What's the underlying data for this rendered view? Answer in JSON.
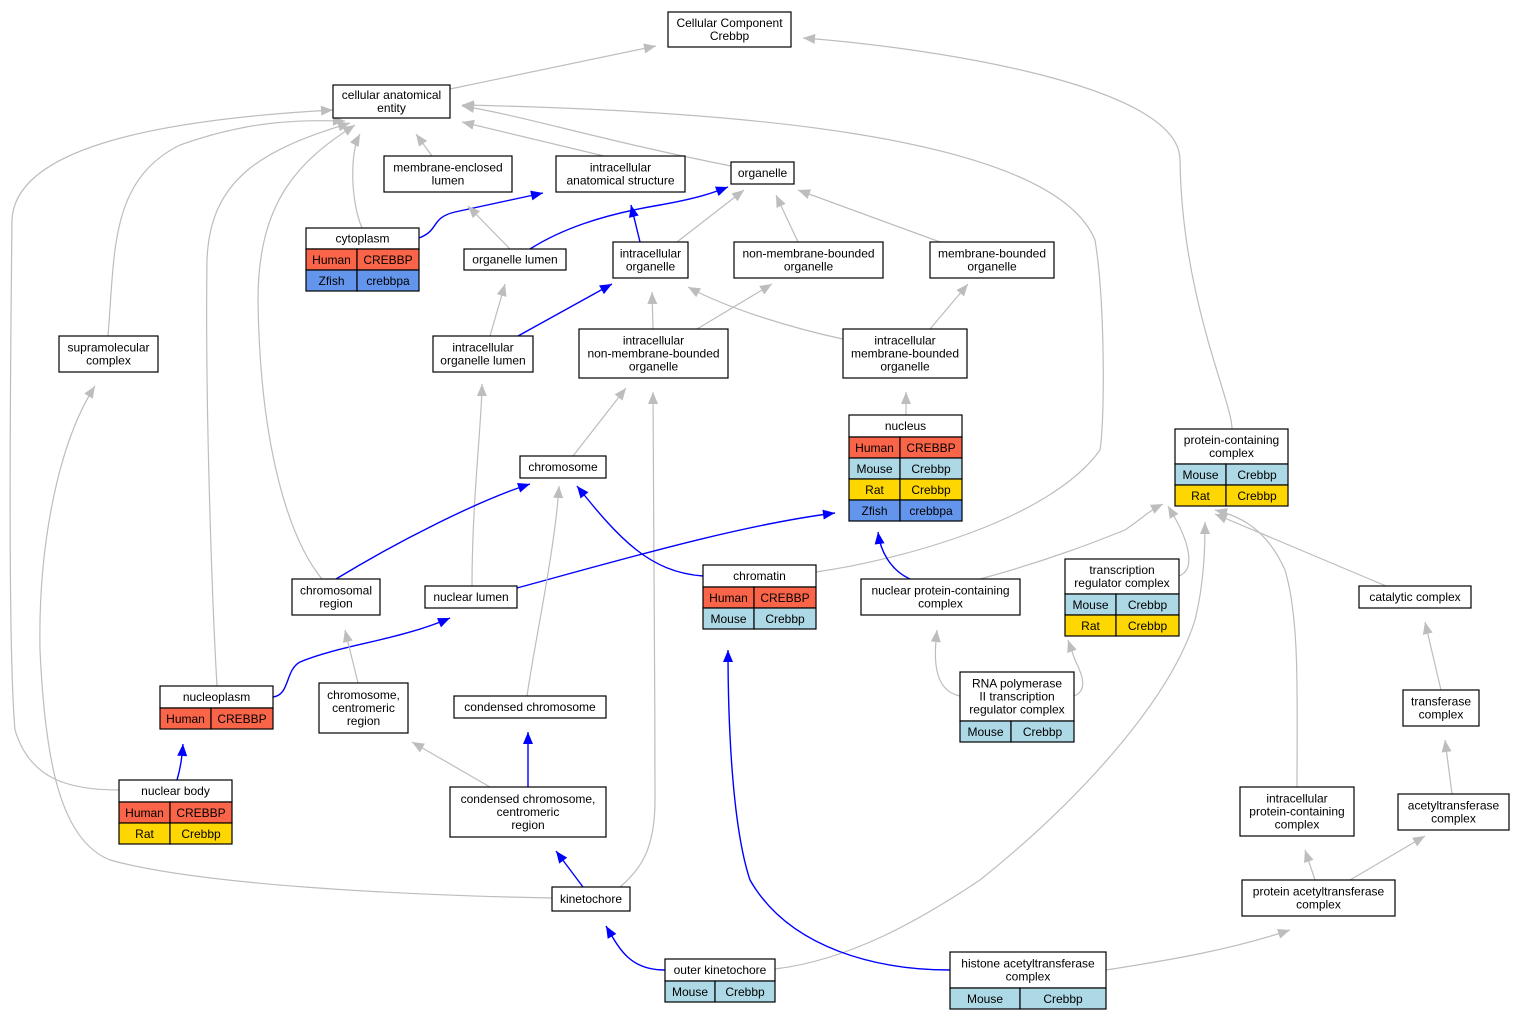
{
  "colors": {
    "Human": "#fa6448",
    "Mouse": "#add8e6",
    "Rat": "#ffd700",
    "Zfish": "#6495ed",
    "gray_edge": "#bdbdbd",
    "blue_edge": "#0000ff"
  },
  "nodes": {
    "root": {
      "lines": [
        "Cellular Component",
        "Crebbp"
      ],
      "annotations": []
    },
    "cae": {
      "lines": [
        "cellular anatomical",
        "entity"
      ],
      "annotations": []
    },
    "mel": {
      "lines": [
        "membrane-enclosed",
        "lumen"
      ],
      "annotations": []
    },
    "ias": {
      "lines": [
        "intracellular",
        "anatomical structure"
      ],
      "annotations": []
    },
    "org": {
      "lines": [
        "organelle"
      ],
      "annotations": []
    },
    "cyt": {
      "lines": [
        "cytoplasm"
      ],
      "annotations": [
        {
          "species": "Human",
          "gene": "CREBBP"
        },
        {
          "species": "Zfish",
          "gene": "crebbpa"
        }
      ]
    },
    "orgl": {
      "lines": [
        "organelle lumen"
      ],
      "annotations": []
    },
    "io": {
      "lines": [
        "intracellular",
        "organelle"
      ],
      "annotations": []
    },
    "nmbo": {
      "lines": [
        "non-membrane-bounded",
        "organelle"
      ],
      "annotations": []
    },
    "mbo": {
      "lines": [
        "membrane-bounded",
        "organelle"
      ],
      "annotations": []
    },
    "smc": {
      "lines": [
        "supramolecular",
        "complex"
      ],
      "annotations": []
    },
    "iol": {
      "lines": [
        "intracellular",
        "organelle lumen"
      ],
      "annotations": []
    },
    "inmbo": {
      "lines": [
        "intracellular",
        "non-membrane-bounded",
        "organelle"
      ],
      "annotations": []
    },
    "imbo": {
      "lines": [
        "intracellular",
        "membrane-bounded",
        "organelle"
      ],
      "annotations": []
    },
    "nuc": {
      "lines": [
        "nucleus"
      ],
      "annotations": [
        {
          "species": "Human",
          "gene": "CREBBP"
        },
        {
          "species": "Mouse",
          "gene": "Crebbp"
        },
        {
          "species": "Rat",
          "gene": "Crebbp"
        },
        {
          "species": "Zfish",
          "gene": "crebbpa"
        }
      ]
    },
    "pcc": {
      "lines": [
        "protein-containing",
        "complex"
      ],
      "annotations": [
        {
          "species": "Mouse",
          "gene": "Crebbp"
        },
        {
          "species": "Rat",
          "gene": "Crebbp"
        }
      ]
    },
    "chr": {
      "lines": [
        "chromosome"
      ],
      "annotations": []
    },
    "chrr": {
      "lines": [
        "chromosomal",
        "region"
      ],
      "annotations": []
    },
    "nl": {
      "lines": [
        "nuclear lumen"
      ],
      "annotations": []
    },
    "chrom": {
      "lines": [
        "chromatin"
      ],
      "annotations": [
        {
          "species": "Human",
          "gene": "CREBBP"
        },
        {
          "species": "Mouse",
          "gene": "Crebbp"
        }
      ]
    },
    "npc": {
      "lines": [
        "nuclear protein-containing",
        "complex"
      ],
      "annotations": []
    },
    "trc": {
      "lines": [
        "transcription",
        "regulator complex"
      ],
      "annotations": [
        {
          "species": "Mouse",
          "gene": "Crebbp"
        },
        {
          "species": "Rat",
          "gene": "Crebbp"
        }
      ]
    },
    "cat": {
      "lines": [
        "catalytic complex"
      ],
      "annotations": []
    },
    "np": {
      "lines": [
        "nucleoplasm"
      ],
      "annotations": [
        {
          "species": "Human",
          "gene": "CREBBP"
        }
      ]
    },
    "ccr": {
      "lines": [
        "chromosome,",
        "centromeric",
        "region"
      ],
      "annotations": []
    },
    "cc": {
      "lines": [
        "condensed chromosome"
      ],
      "annotations": []
    },
    "rnap": {
      "lines": [
        "RNA polymerase",
        "II transcription",
        "regulator complex"
      ],
      "annotations": [
        {
          "species": "Mouse",
          "gene": "Crebbp"
        }
      ]
    },
    "tfc": {
      "lines": [
        "transferase",
        "complex"
      ],
      "annotations": []
    },
    "nb": {
      "lines": [
        "nuclear body"
      ],
      "annotations": [
        {
          "species": "Human",
          "gene": "CREBBP"
        },
        {
          "species": "Rat",
          "gene": "Crebbp"
        }
      ]
    },
    "cccr": {
      "lines": [
        "condensed chromosome,",
        "centromeric",
        "region"
      ],
      "annotations": []
    },
    "ipcc": {
      "lines": [
        "intracellular",
        "protein-containing",
        "complex"
      ],
      "annotations": []
    },
    "atc": {
      "lines": [
        "acetyltransferase",
        "complex"
      ],
      "annotations": []
    },
    "kin": {
      "lines": [
        "kinetochore"
      ],
      "annotations": []
    },
    "patc": {
      "lines": [
        "protein acetyltransferase",
        "complex"
      ],
      "annotations": []
    },
    "ok": {
      "lines": [
        "outer kinetochore"
      ],
      "annotations": [
        {
          "species": "Mouse",
          "gene": "Crebbp"
        }
      ]
    },
    "hatc": {
      "lines": [
        "histone acetyltransferase",
        "complex"
      ],
      "annotations": [
        {
          "species": "Mouse",
          "gene": "Crebbp"
        }
      ]
    }
  },
  "edges": [
    {
      "from": "cae",
      "to": "root",
      "relation": "is_a"
    },
    {
      "from": "pcc",
      "to": "root",
      "relation": "is_a"
    },
    {
      "from": "mel",
      "to": "cae",
      "relation": "is_a"
    },
    {
      "from": "ias",
      "to": "cae",
      "relation": "is_a"
    },
    {
      "from": "org",
      "to": "cae",
      "relation": "is_a"
    },
    {
      "from": "cyt",
      "to": "cae",
      "relation": "is_a"
    },
    {
      "from": "smc",
      "to": "cae",
      "relation": "is_a"
    },
    {
      "from": "np",
      "to": "cae",
      "relation": "is_a"
    },
    {
      "from": "nb",
      "to": "cae",
      "relation": "is_a"
    },
    {
      "from": "chrr",
      "to": "cae",
      "relation": "is_a"
    },
    {
      "from": "chrom",
      "to": "cae",
      "relation": "is_a"
    },
    {
      "from": "cyt",
      "to": "ias",
      "relation": "part_of"
    },
    {
      "from": "orgl",
      "to": "mel",
      "relation": "is_a"
    },
    {
      "from": "orgl",
      "to": "org",
      "relation": "part_of"
    },
    {
      "from": "io",
      "to": "ias",
      "relation": "part_of"
    },
    {
      "from": "io",
      "to": "org",
      "relation": "is_a"
    },
    {
      "from": "nmbo",
      "to": "org",
      "relation": "is_a"
    },
    {
      "from": "mbo",
      "to": "org",
      "relation": "is_a"
    },
    {
      "from": "iol",
      "to": "orgl",
      "relation": "is_a"
    },
    {
      "from": "iol",
      "to": "io",
      "relation": "part_of"
    },
    {
      "from": "inmbo",
      "to": "io",
      "relation": "is_a"
    },
    {
      "from": "inmbo",
      "to": "nmbo",
      "relation": "is_a"
    },
    {
      "from": "imbo",
      "to": "io",
      "relation": "is_a"
    },
    {
      "from": "imbo",
      "to": "mbo",
      "relation": "is_a"
    },
    {
      "from": "nuc",
      "to": "imbo",
      "relation": "is_a"
    },
    {
      "from": "chr",
      "to": "inmbo",
      "relation": "is_a"
    },
    {
      "from": "kin",
      "to": "inmbo",
      "relation": "is_a"
    },
    {
      "from": "nl",
      "to": "iol",
      "relation": "is_a"
    },
    {
      "from": "nl",
      "to": "nuc",
      "relation": "part_of"
    },
    {
      "from": "chrr",
      "to": "chr",
      "relation": "part_of"
    },
    {
      "from": "chrom",
      "to": "chr",
      "relation": "part_of"
    },
    {
      "from": "cc",
      "to": "chr",
      "relation": "is_a"
    },
    {
      "from": "npc",
      "to": "nuc",
      "relation": "part_of"
    },
    {
      "from": "npc",
      "to": "pcc",
      "relation": "is_a"
    },
    {
      "from": "trc",
      "to": "pcc",
      "relation": "is_a"
    },
    {
      "from": "cat",
      "to": "pcc",
      "relation": "is_a"
    },
    {
      "from": "ipcc",
      "to": "pcc",
      "relation": "is_a"
    },
    {
      "from": "np",
      "to": "nl",
      "relation": "part_of"
    },
    {
      "from": "ccr",
      "to": "chrr",
      "relation": "is_a"
    },
    {
      "from": "rnap",
      "to": "npc",
      "relation": "is_a"
    },
    {
      "from": "rnap",
      "to": "trc",
      "relation": "is_a"
    },
    {
      "from": "tfc",
      "to": "cat",
      "relation": "is_a"
    },
    {
      "from": "nb",
      "to": "np",
      "relation": "part_of"
    },
    {
      "from": "cccr",
      "to": "ccr",
      "relation": "is_a"
    },
    {
      "from": "cccr",
      "to": "cc",
      "relation": "part_of"
    },
    {
      "from": "atc",
      "to": "tfc",
      "relation": "is_a"
    },
    {
      "from": "kin",
      "to": "smc",
      "relation": "is_a"
    },
    {
      "from": "kin",
      "to": "cccr",
      "relation": "part_of"
    },
    {
      "from": "ok",
      "to": "kin",
      "relation": "part_of"
    },
    {
      "from": "ok",
      "to": "pcc",
      "relation": "is_a"
    },
    {
      "from": "patc",
      "to": "ipcc",
      "relation": "is_a"
    },
    {
      "from": "patc",
      "to": "atc",
      "relation": "is_a"
    },
    {
      "from": "hatc",
      "to": "chrom",
      "relation": "part_of"
    },
    {
      "from": "hatc",
      "to": "patc",
      "relation": "is_a"
    }
  ]
}
